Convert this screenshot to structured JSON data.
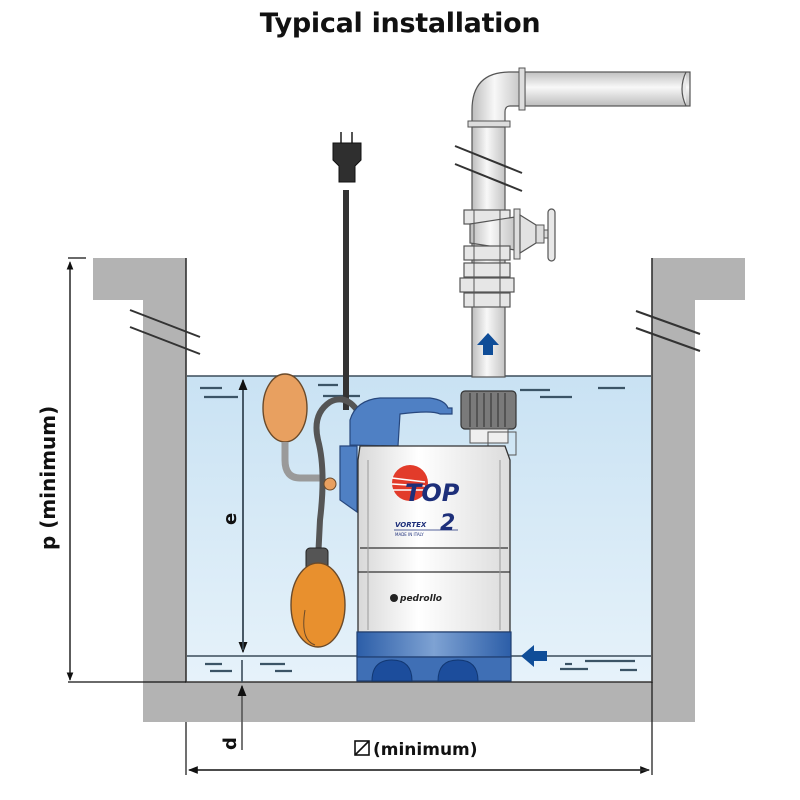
{
  "title": "Typical installation",
  "labels": {
    "p": "p (minimum)",
    "e": "e",
    "d": "d",
    "width": "(minimum)",
    "width_symbol": "square-diagonal-icon"
  },
  "pump": {
    "brand_top": "TOP",
    "model_number": "2",
    "sub": "VORTEX",
    "origin": "MADE IN ITALY",
    "maker": "pedrollo"
  },
  "colors": {
    "water": "#cfe6f5",
    "wall": "#b3b3b3",
    "pump_blue": "#3f6fb5",
    "arrow_blue": "#0f4d98",
    "float_orange": "#e8a060",
    "logo_red": "#e23b2a",
    "logo_navy": "#1d2f7a"
  }
}
